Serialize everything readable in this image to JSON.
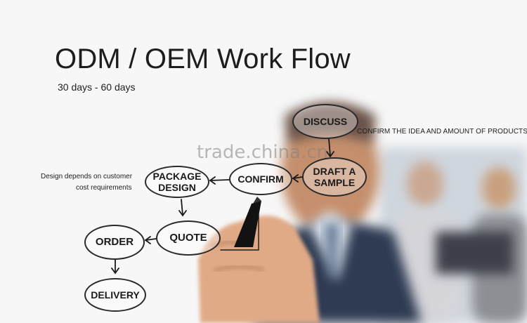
{
  "title": "ODM / OEM Work Flow",
  "subtitle": "30 days - 60 days",
  "watermark": "trade.china.cn",
  "steps": {
    "discuss": "DISCUSS",
    "draft_line1": "DRAFT A",
    "draft_line2": "SAMPLE",
    "confirm": "CONFIRM",
    "package_line1": "PACKAGE",
    "package_line2": "DESIGN",
    "quote": "QUOTE",
    "order": "ORDER",
    "delivery": "DELIVERY"
  },
  "notes": {
    "confirm_note": "CONFIRM THE IDEA AND AMOUNT OF PRODUCTS",
    "design_note_line1": "Design depends on customer",
    "design_note_line2": "cost requirements"
  }
}
